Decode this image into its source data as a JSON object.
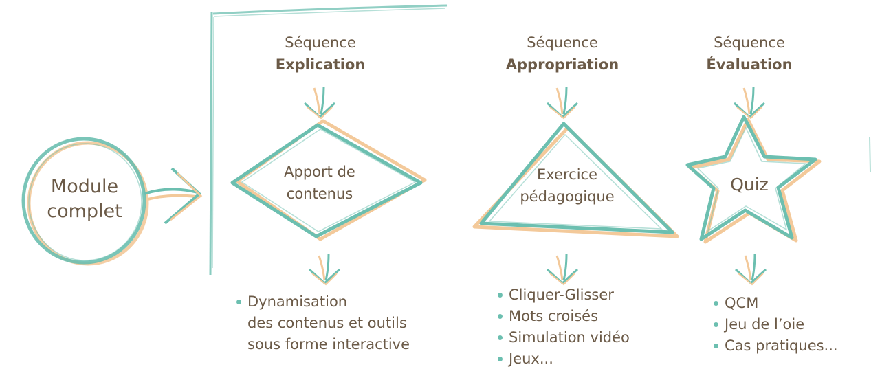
{
  "colors": {
    "teal": "#6cbfb0",
    "peach": "#f3c99a",
    "text": "#6b5a47"
  },
  "module": {
    "line1": "Module",
    "line2": "complet"
  },
  "sequences": [
    {
      "prefix": "Séquence",
      "name": "Explication",
      "shape": "diamond-icon",
      "shape_line1": "Apport de",
      "shape_line2": "contenus",
      "bullets": [
        "Dynamisation",
        "des contenus et outils",
        "sous forme interactive"
      ]
    },
    {
      "prefix": "Séquence",
      "name": "Appropriation",
      "shape": "triangle-icon",
      "shape_line1": "Exercice",
      "shape_line2": "pédagogique",
      "bullets": [
        "Cliquer-Glisser",
        "Mots croisés",
        "Simulation vidéo",
        "Jeux..."
      ]
    },
    {
      "prefix": "Séquence",
      "name": "Évaluation",
      "shape": "star-icon",
      "shape_line1": "Quiz",
      "bullets": [
        "QCM",
        "Jeu de l’oie",
        "Cas pratiques..."
      ]
    }
  ]
}
